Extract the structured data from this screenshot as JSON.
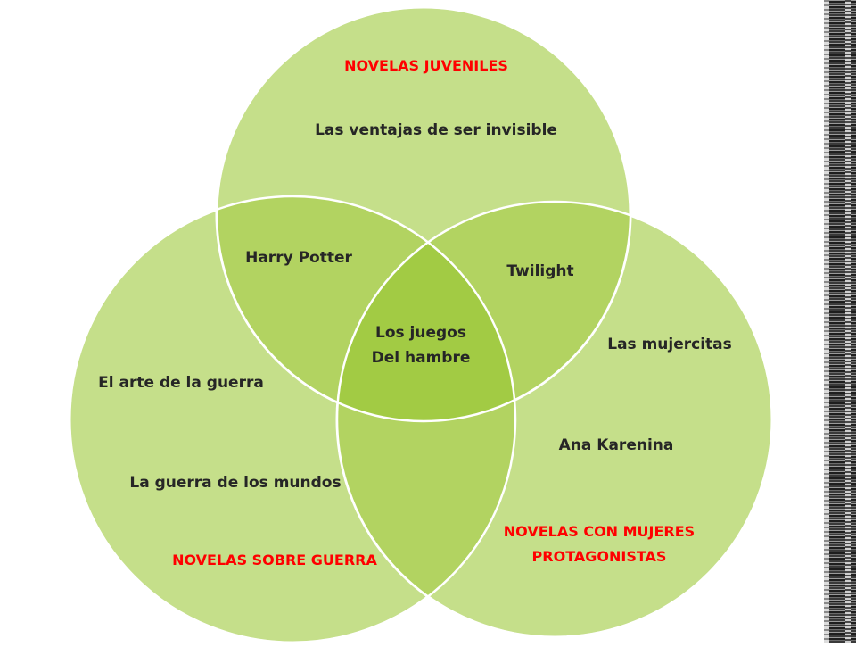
{
  "colors": {
    "circle_fill": "#c5df8a",
    "overlap_two": "#b2d361",
    "overlap_three": "#a2cb44",
    "category_text": "#ff0000",
    "item_text": "#262626"
  },
  "venn": {
    "sets": [
      {
        "category": "NOVELAS JUVENILES",
        "items": [
          "Las ventajas de ser invisible"
        ]
      },
      {
        "category": "NOVELAS SOBRE GUERRA",
        "items": [
          "El arte de la guerra",
          "La guerra de los mundos"
        ]
      },
      {
        "category_line1": "NOVELAS CON MUJERES",
        "category_line2": "PROTAGONISTAS",
        "items": [
          "Las mujercitas",
          "Ana Karenina"
        ]
      }
    ],
    "overlaps": {
      "juveniles_guerra": "Harry Potter",
      "juveniles_mujeres": "Twilight",
      "all_line1": "Los juegos",
      "all_line2": "Del hambre"
    }
  }
}
